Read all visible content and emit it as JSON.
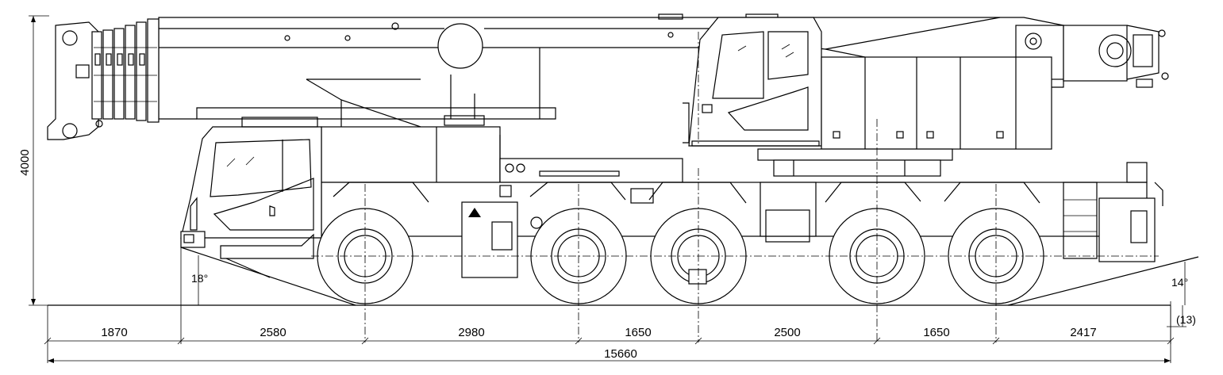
{
  "drawing": {
    "height_label": "4000",
    "total_length_label": "15660",
    "clearance_label": "(13)",
    "approach_angle_label": "18°",
    "departure_angle_label": "14°",
    "segments": [
      "1870",
      "2580",
      "2980",
      "1650",
      "2500",
      "1650",
      "2417"
    ]
  }
}
